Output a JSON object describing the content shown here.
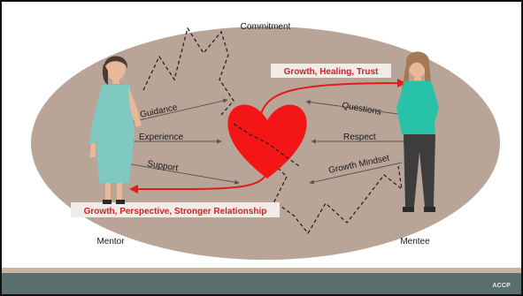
{
  "diagram": {
    "title": "Commitment",
    "callout_top": "Growth, Healing, Trust",
    "callout_bottom": "Growth, Perspective, Stronger Relationship",
    "left_person_label": "Mentor",
    "right_person_label": "Mentee",
    "left_arrows": [
      "Guidance",
      "Experience",
      "Support"
    ],
    "right_arrows": [
      "Questions",
      "Respect",
      "Growth Mindset"
    ],
    "logo": "ACCP"
  },
  "colors": {
    "ellipse": "#b9a597",
    "heart": "#f41616",
    "accent_red": "#e21b1b",
    "mentor_dress": "#7fc9c2",
    "mentee_top": "#27c2a8",
    "footer": "#5c6f70"
  }
}
